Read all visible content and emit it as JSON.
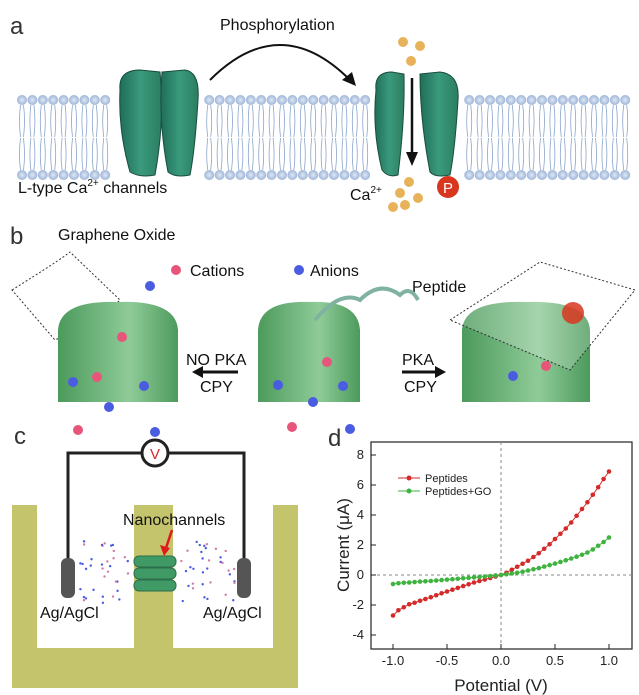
{
  "panel_a": {
    "letter": "a",
    "phosphorylation": "Phosphorylation",
    "channels_label": "L-type Ca",
    "channels_sup": "2+",
    "channels_suffix": " channels",
    "ion_label": "Ca",
    "ion_sup": "2+",
    "phospho_mark": "P"
  },
  "panel_b": {
    "letter": "b",
    "graphene_oxide": "Graphene Oxide",
    "cations": "Cations",
    "anions": "Anions",
    "peptide": "Peptide",
    "left_condition": "NO PKA",
    "left_reagent": "CPY",
    "right_condition": "PKA",
    "right_reagent": "CPY"
  },
  "panel_c": {
    "letter": "c",
    "voltmeter": "V",
    "nanochannels": "Nanochannels",
    "left_electrode": "Ag/AgCl",
    "right_electrode": "Ag/AgCl"
  },
  "colors": {
    "membrane": "#a9c0de",
    "channel": "#2f8a6c",
    "calcium": "#e8b25a",
    "phospho": "#d9361e",
    "cation": "#e8557a",
    "anion": "#4a5ce0",
    "dome": "#5aa66a",
    "wall": "#c4c46c",
    "peptides_series": "#d42a2a",
    "go_series": "#3fb33f"
  },
  "chart_data": {
    "type": "line",
    "panel_letter": "d",
    "title": "",
    "xlabel": "Potential (V)",
    "ylabel": "Current (μA)",
    "xlim": [
      -1.2,
      1.2
    ],
    "ylim": [
      -5,
      9
    ],
    "xticks": [
      "-1.0",
      "-0.5",
      "0.0",
      "0.5",
      "1.0"
    ],
    "xtick_values": [
      -1,
      -0.5,
      0,
      0.5,
      1
    ],
    "yticks": [
      "8",
      "6",
      "4",
      "2",
      "0",
      "-2",
      "-4"
    ],
    "ytick_values": [
      8,
      6,
      4,
      2,
      0,
      -2,
      -4
    ],
    "grid": false,
    "reference_lines": {
      "x": 0,
      "y": 0
    },
    "legend_position": "top-left",
    "x": [
      -1,
      -0.95,
      -0.9,
      -0.85,
      -0.8,
      -0.75,
      -0.7,
      -0.65,
      -0.6,
      -0.55,
      -0.5,
      -0.45,
      -0.4,
      -0.35,
      -0.3,
      -0.25,
      -0.2,
      -0.15,
      -0.1,
      -0.05,
      0,
      0.05,
      0.1,
      0.15,
      0.2,
      0.25,
      0.3,
      0.35,
      0.4,
      0.45,
      0.5,
      0.55,
      0.6,
      0.65,
      0.7,
      0.75,
      0.8,
      0.85,
      0.9,
      0.95,
      1
    ],
    "series": [
      {
        "name": "Peptides",
        "color": "#d42a2a",
        "values": [
          -2.7,
          -2.35,
          -2.15,
          -1.95,
          -1.85,
          -1.72,
          -1.6,
          -1.48,
          -1.35,
          -1.22,
          -1.1,
          -0.98,
          -0.86,
          -0.74,
          -0.62,
          -0.5,
          -0.4,
          -0.3,
          -0.2,
          -0.1,
          0,
          0.15,
          0.35,
          0.55,
          0.75,
          0.95,
          1.2,
          1.45,
          1.75,
          2.05,
          2.4,
          2.75,
          3.1,
          3.5,
          3.95,
          4.4,
          4.85,
          5.35,
          5.85,
          6.4,
          6.9
        ]
      },
      {
        "name": "Peptides+GO",
        "color": "#3fb33f",
        "values": [
          -0.6,
          -0.55,
          -0.52,
          -0.5,
          -0.47,
          -0.44,
          -0.42,
          -0.4,
          -0.37,
          -0.34,
          -0.31,
          -0.28,
          -0.25,
          -0.22,
          -0.19,
          -0.16,
          -0.13,
          -0.1,
          -0.07,
          -0.03,
          0,
          0.05,
          0.1,
          0.15,
          0.22,
          0.3,
          0.38,
          0.46,
          0.56,
          0.66,
          0.76,
          0.87,
          0.98,
          1.1,
          1.22,
          1.35,
          1.5,
          1.7,
          1.95,
          2.2,
          2.5
        ]
      }
    ]
  }
}
